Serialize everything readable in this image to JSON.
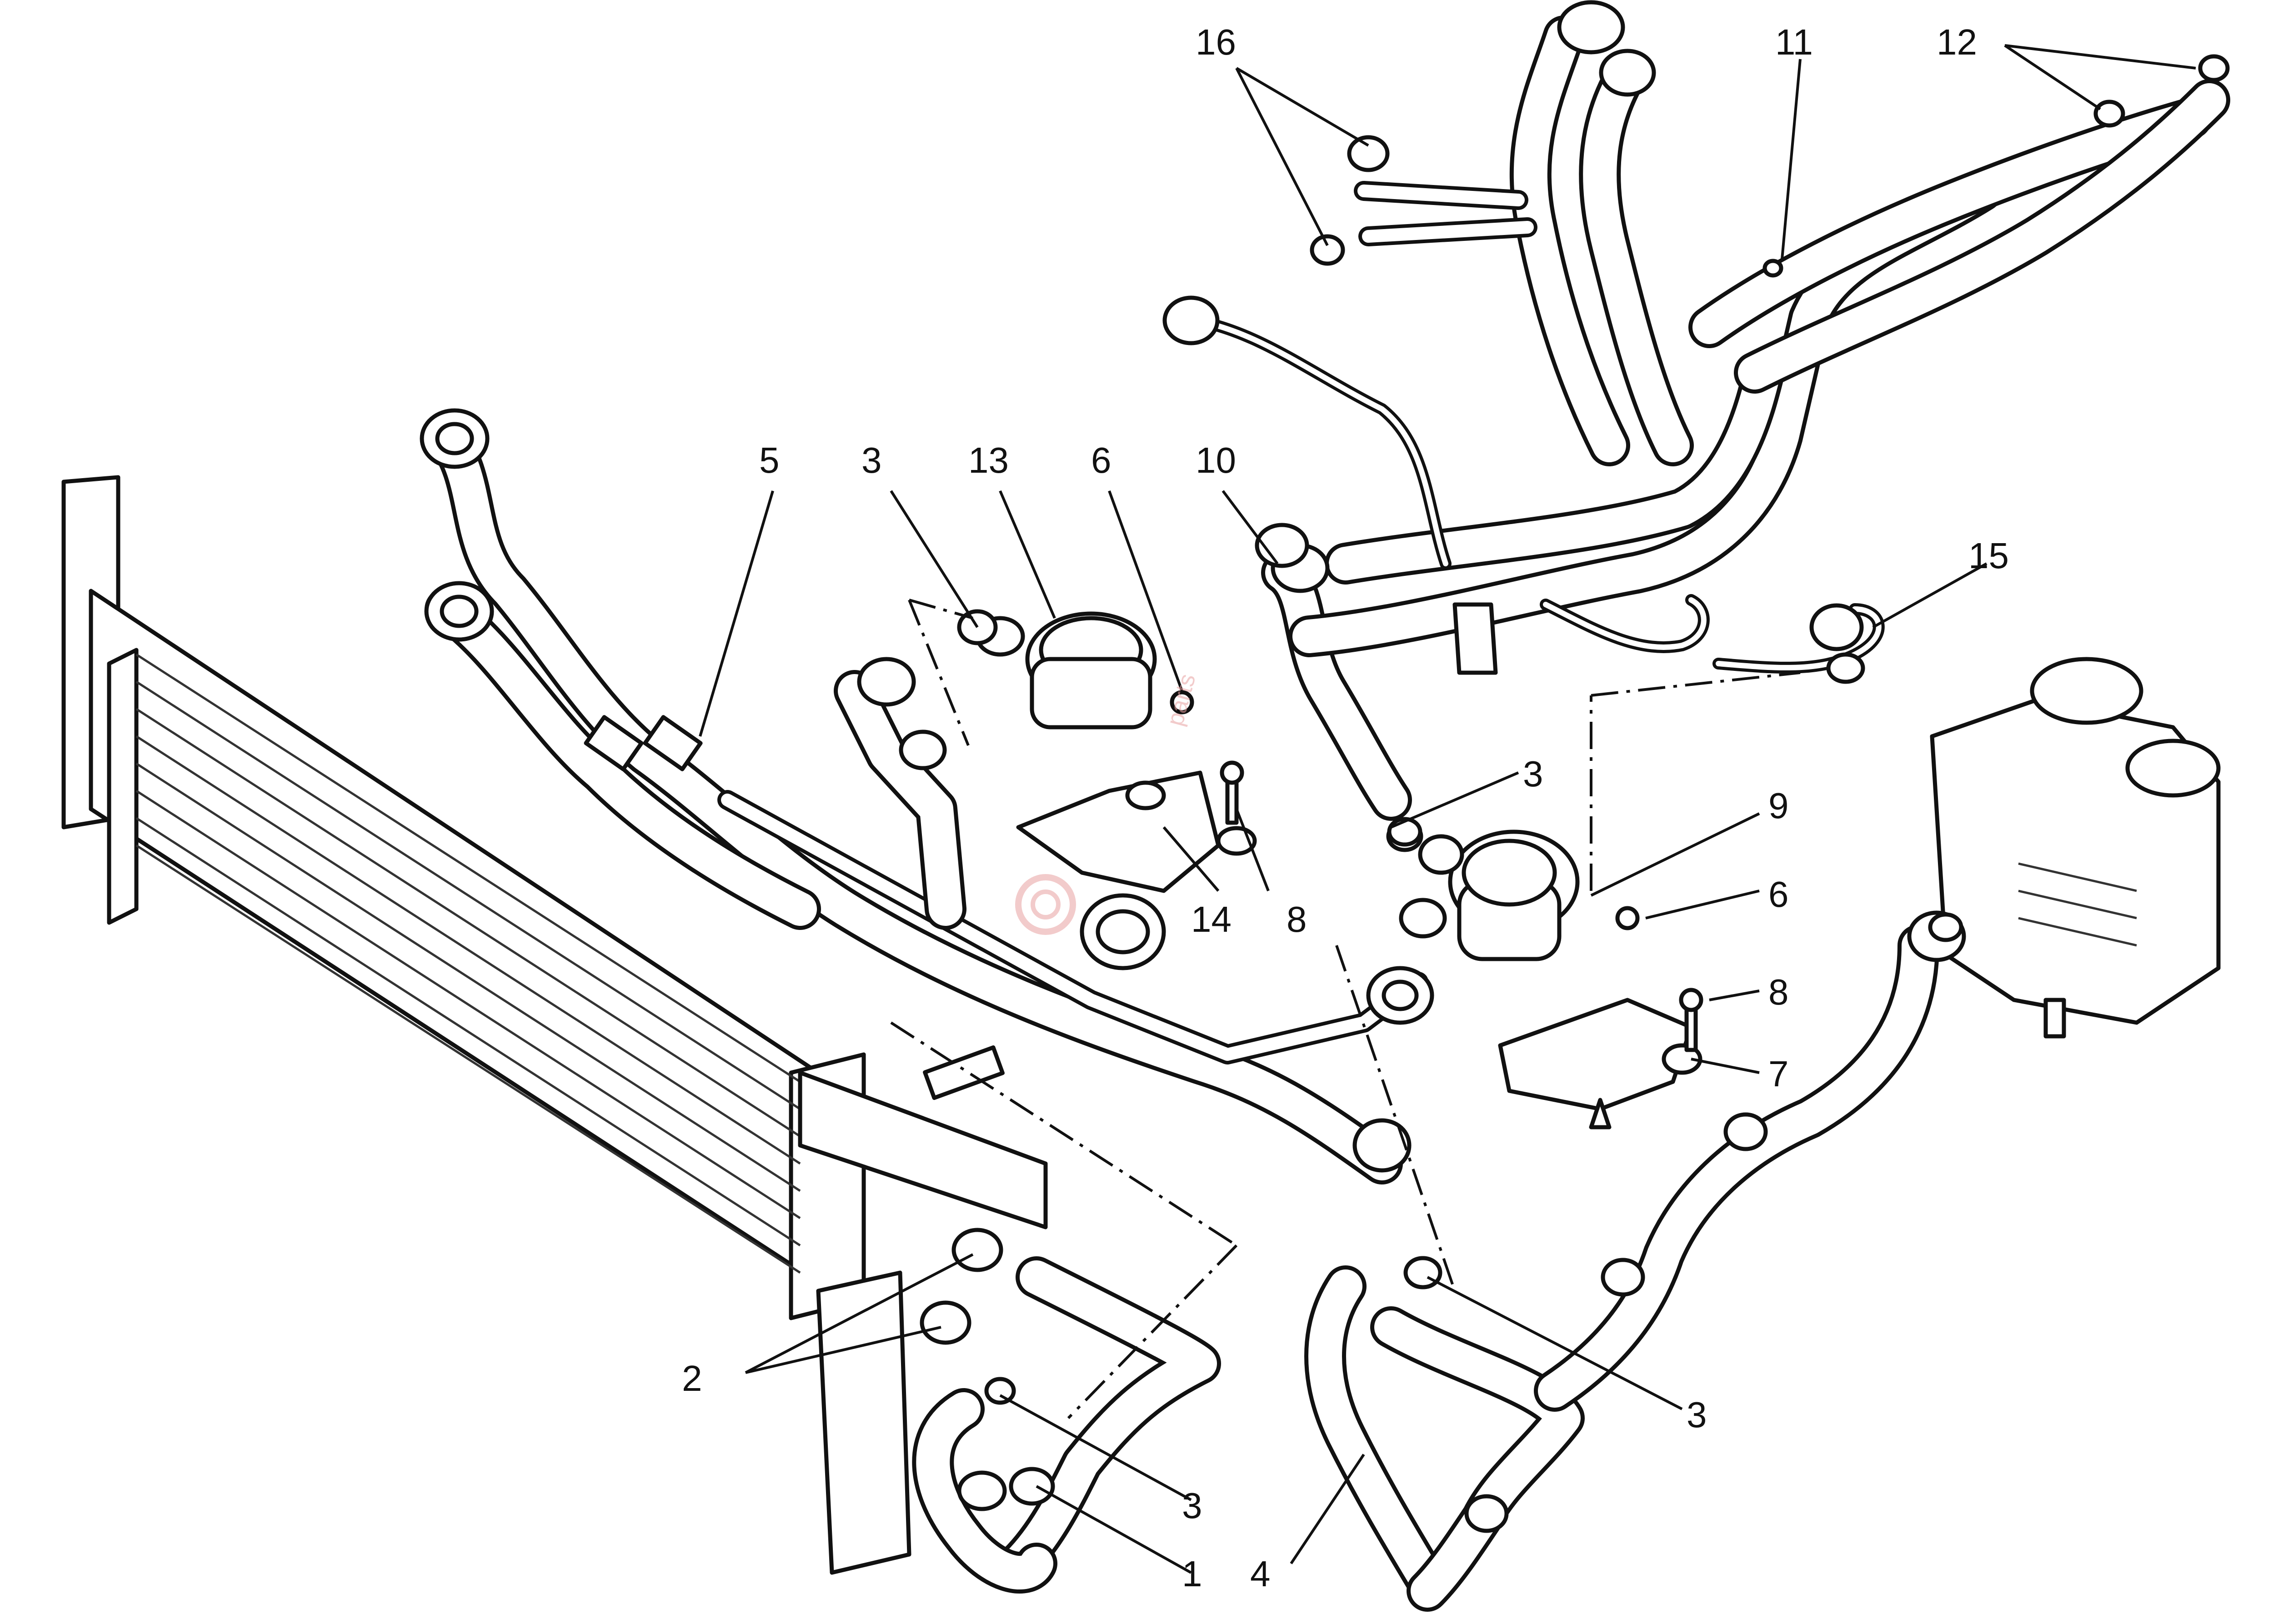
{
  "callouts": {
    "c1": "1",
    "c2": "2",
    "c3a": "3",
    "c3b": "3",
    "c3c": "3",
    "c3d": "3",
    "c4": "4",
    "c5": "5",
    "c6a": "6",
    "c6b": "6",
    "c7": "7",
    "c8a": "8",
    "c8b": "8",
    "c9": "9",
    "c10": "10",
    "c11": "11",
    "c12": "12",
    "c13": "13",
    "c14": "14",
    "c15": "15",
    "c16": "16"
  },
  "watermark": {
    "text": "parts"
  }
}
